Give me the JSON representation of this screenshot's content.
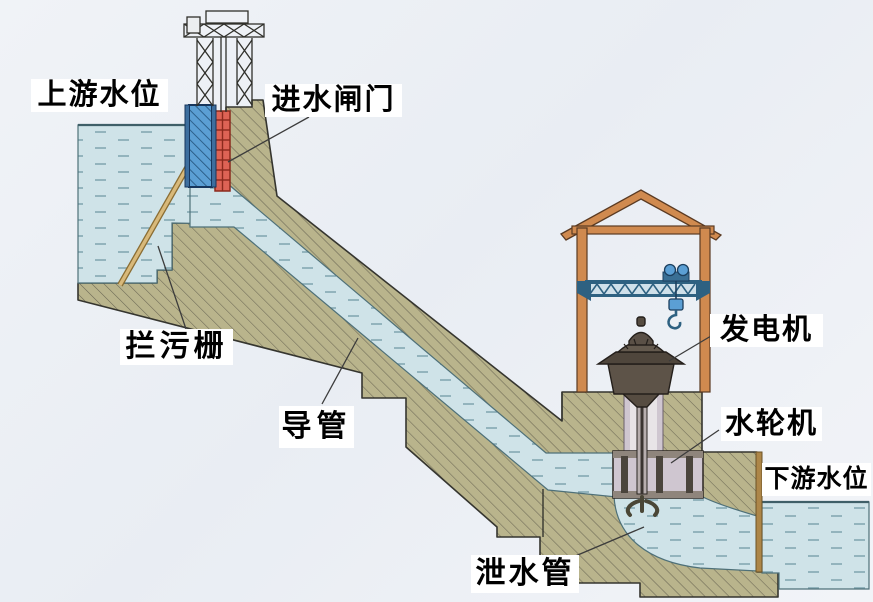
{
  "diagram": {
    "type": "hydroelectric-power-station-cross-section",
    "labels": {
      "upstream_water_level": "上游水位",
      "intake_gate": "进水闸门",
      "trash_rack": "拦污栅",
      "penstock": "导管",
      "generator": "发电机",
      "turbine": "水轮机",
      "downstream_water_level": "下游水位",
      "drain_pipe": "泄水管"
    },
    "colors": {
      "paper": "#eef1f6",
      "water": "#cfe3e8",
      "water_dash": "#84a8b2",
      "water_edge": "#4e7078",
      "concrete": "#b9b48c",
      "concrete_hatch": "#6b6754",
      "concrete_edge": "#35352f",
      "gate_blue": "#5b9fd4",
      "gate_blue_dark": "#17365c",
      "gate_red": "#dd6355",
      "gate_red_dark": "#8b2a1d",
      "frame_orange": "#d08a4f",
      "frame_edge": "#5a3a22",
      "crane_blue": "#2e6181",
      "crane_light": "#cfe0ea",
      "generator_brown": "#5d5348",
      "generator_dark": "#241f1b",
      "casing_lavender": "#cfc6d0",
      "wall_tan": "#ad8648",
      "truss_steel": "#30302b",
      "rack_tan": "#d8b97a",
      "leader": "#3c3c3c",
      "label_bg": "#ffffff",
      "label_text": "#000000"
    }
  }
}
